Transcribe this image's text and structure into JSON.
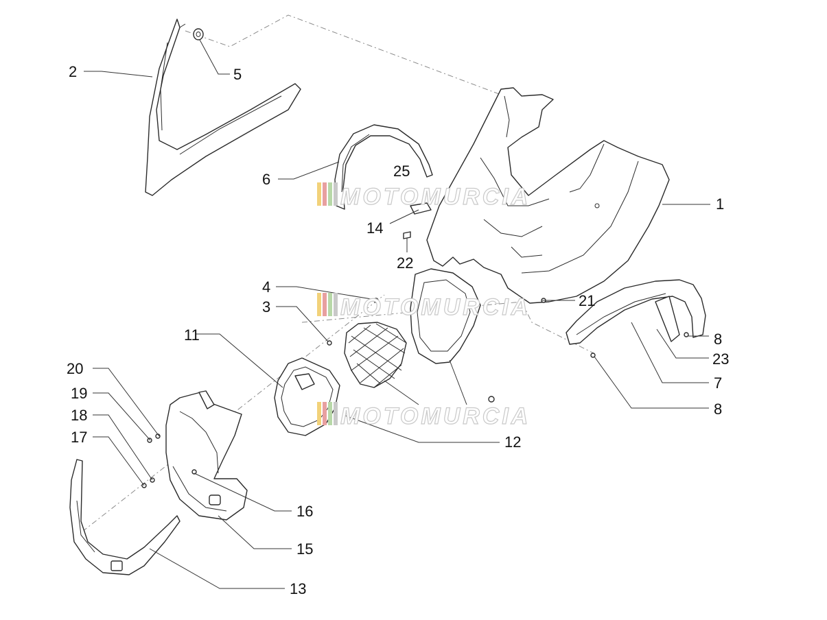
{
  "callouts": [
    "1",
    "2",
    "3",
    "4",
    "5",
    "6",
    "7",
    "8",
    "8",
    "11",
    "12",
    "13",
    "14",
    "15",
    "16",
    "17",
    "18",
    "19",
    "20",
    "21",
    "22",
    "23",
    "25"
  ],
  "watermark": "MOTOMURCIA",
  "colors": {
    "line": "#2a2a2a",
    "dash": "#8a8a8a",
    "watermark_stripes": [
      "#f2d27a",
      "#e8a0a0",
      "#b8d8a8",
      "#c9c9c9"
    ]
  }
}
